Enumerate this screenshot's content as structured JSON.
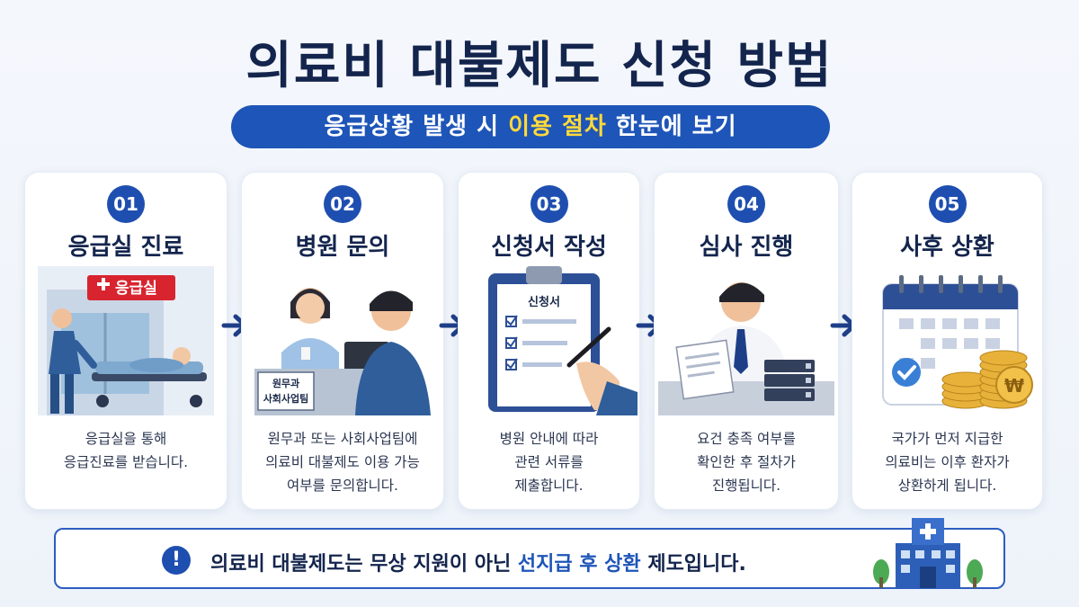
{
  "title": "의료비 대불제도 신청 방법",
  "subtitle": {
    "prefix": "응급상황 발생 시 ",
    "highlight": "이용 절차",
    "suffix": " 한눈에 보기"
  },
  "steps": [
    {
      "num": "01",
      "title": "응급실 진료",
      "desc": "응급실을 통해\n응급진료를 받습니다.",
      "sign": "응급실"
    },
    {
      "num": "02",
      "title": "병원 문의",
      "desc": "원무과 또는 사회사업팀에\n의료비 대불제도 이용 가능\n여부를 문의합니다.",
      "sign": "원무과\n사회사업팀"
    },
    {
      "num": "03",
      "title": "신청서 작성",
      "desc": "병원 안내에 따라\n관련 서류를\n제출합니다.",
      "sign": "신청서"
    },
    {
      "num": "04",
      "title": "심사 진행",
      "desc": "요건 충족 여부를\n확인한 후 절차가\n진행됩니다."
    },
    {
      "num": "05",
      "title": "사후 상환",
      "desc": "국가가 먼저 지급한\n의료비는 이후 환자가\n상환하게 됩니다.",
      "sign": "₩"
    }
  ],
  "note": {
    "icon": "!",
    "prefix": "의료비 대불제도는 무상 지원이 아닌 ",
    "highlight": "선지급 후 상환",
    "suffix": " 제도입니다."
  },
  "colors": {
    "navy": "#14254d",
    "blue": "#1e55b8",
    "yellow": "#ffd93a"
  }
}
